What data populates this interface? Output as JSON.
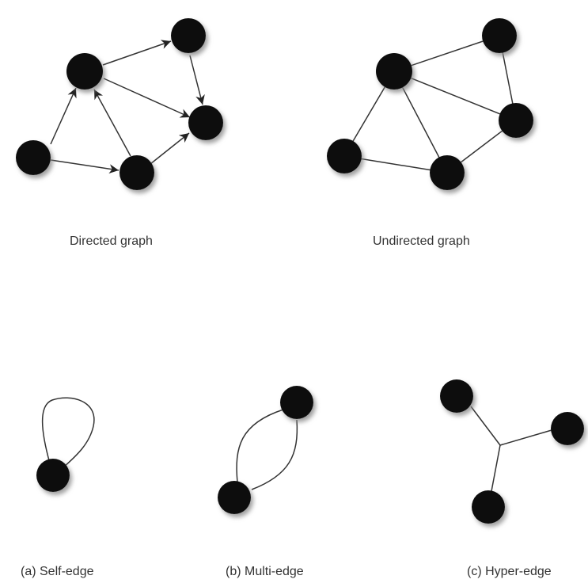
{
  "captions": {
    "directed": "Directed graph",
    "undirected": "Undirected graph",
    "self_edge": "(a) Self-edge",
    "multi_edge": "(b) Multi-edge",
    "hyper_edge": "(c) Hyper-edge"
  },
  "colors": {
    "node": "#111111",
    "edge": "#333333",
    "shadow": "#999999"
  }
}
